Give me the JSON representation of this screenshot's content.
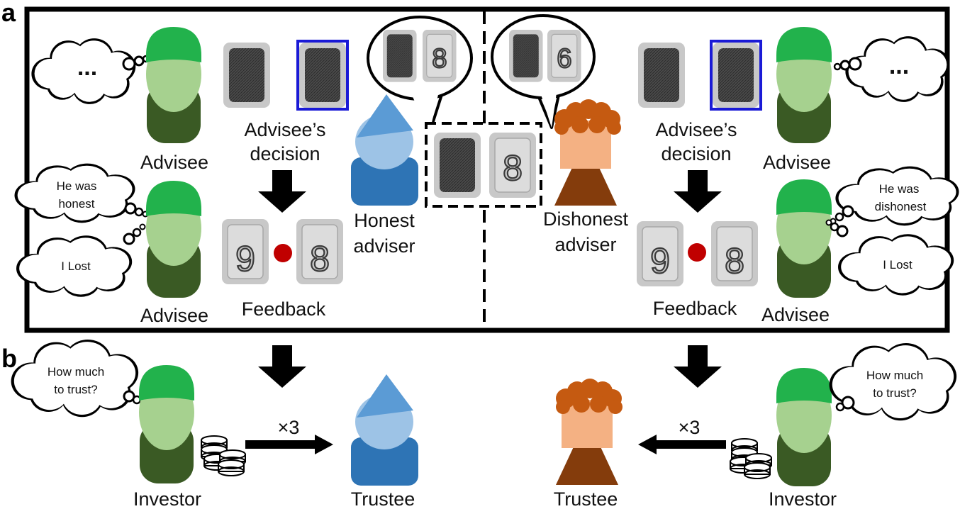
{
  "panels": {
    "a": "a",
    "b": "b"
  },
  "labels": {
    "advisee": "Advisee",
    "advisees_decision_l1": "Advisee’s",
    "advisees_decision_l2": "decision",
    "feedback": "Feedback",
    "honest_l1": "Honest",
    "honest_l2": "adviser",
    "dishonest_l1": "Dishonest",
    "dishonest_l2": "adviser",
    "investor": "Investor",
    "trustee": "Trustee",
    "times3": "×3"
  },
  "thoughts": {
    "ellipsis": "...",
    "honest_l1": "He was",
    "honest_l2": "honest",
    "dishonest_l1": "He was",
    "dishonest_l2": "dishonest",
    "lost": "I Lost",
    "trust_l1": "How much",
    "trust_l2": "to trust?"
  },
  "cards": {
    "honest_advice": "8",
    "dishonest_advice": "6",
    "shown": "8",
    "feedback_left": "9",
    "feedback_right": "8"
  },
  "colors": {
    "advisee_head": "#a6d18f",
    "advisee_body": "#3a5a24",
    "cap": "#22b24c",
    "honest_body": "#2e74b5",
    "honest_head": "#9dc3e6",
    "honest_hat": "#5b9bd5",
    "dishonest_body": "#843c0c",
    "dishonest_head": "#f4b183",
    "dishonest_hair": "#c55a11",
    "selection": "#1a1ad6",
    "dot": "#c00000"
  }
}
